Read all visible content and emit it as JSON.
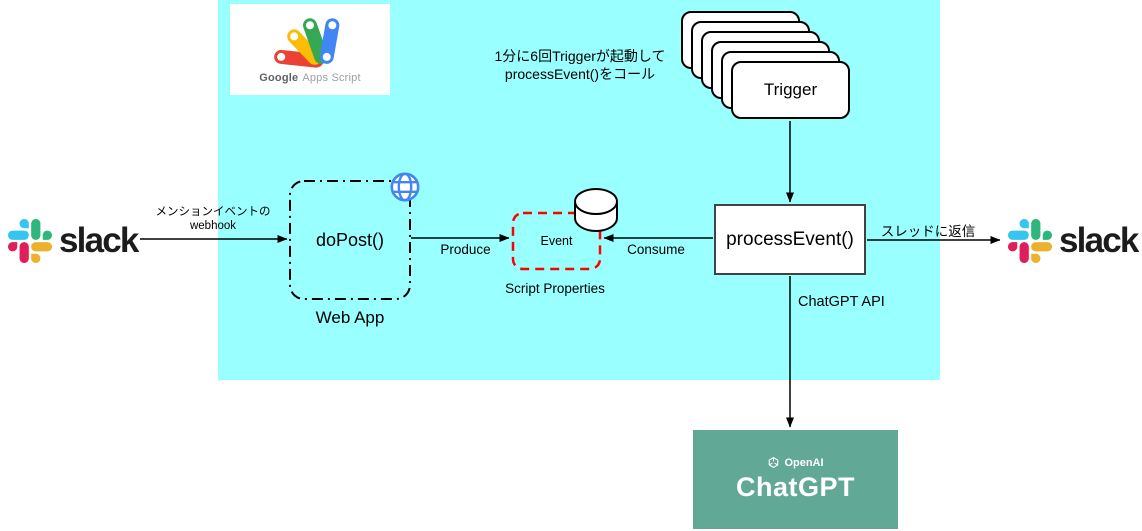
{
  "colors": {
    "panel_bg": "#99FFFF",
    "chatgpt_bg": "#61A897",
    "event_border": "#FF0000",
    "globe_blue": "#4285F4",
    "slack_blue": "#36C5F0",
    "slack_green": "#2EB67D",
    "slack_red": "#E01E5A",
    "slack_yellow": "#ECB22E",
    "gas_red": "#EA4335",
    "gas_yellow": "#FBBC04",
    "gas_green": "#34A853",
    "gas_blue": "#4285F4"
  },
  "slack_left": {
    "wordmark": "slack"
  },
  "slack_right": {
    "wordmark": "slack"
  },
  "gas": {
    "brand_bold": "Google",
    "brand_rest": "Apps Script"
  },
  "trigger_note": {
    "line1": "1分に6回Triggerが起動して",
    "line2": "processEvent()をコール"
  },
  "trigger": {
    "label": "Trigger",
    "stack_count": 6
  },
  "webapp": {
    "function": "doPost()",
    "caption": "Web App"
  },
  "event": {
    "label": "Event",
    "caption": "Script Properties"
  },
  "process": {
    "function": "processEvent()"
  },
  "openai": {
    "brand": "OpenAI",
    "product": "ChatGPT"
  },
  "edges": {
    "webhook_line1": "メンションイベントの",
    "webhook_line2": "webhook",
    "produce": "Produce",
    "consume": "Consume",
    "reply": "スレッドに返信",
    "api": "ChatGPT API"
  }
}
